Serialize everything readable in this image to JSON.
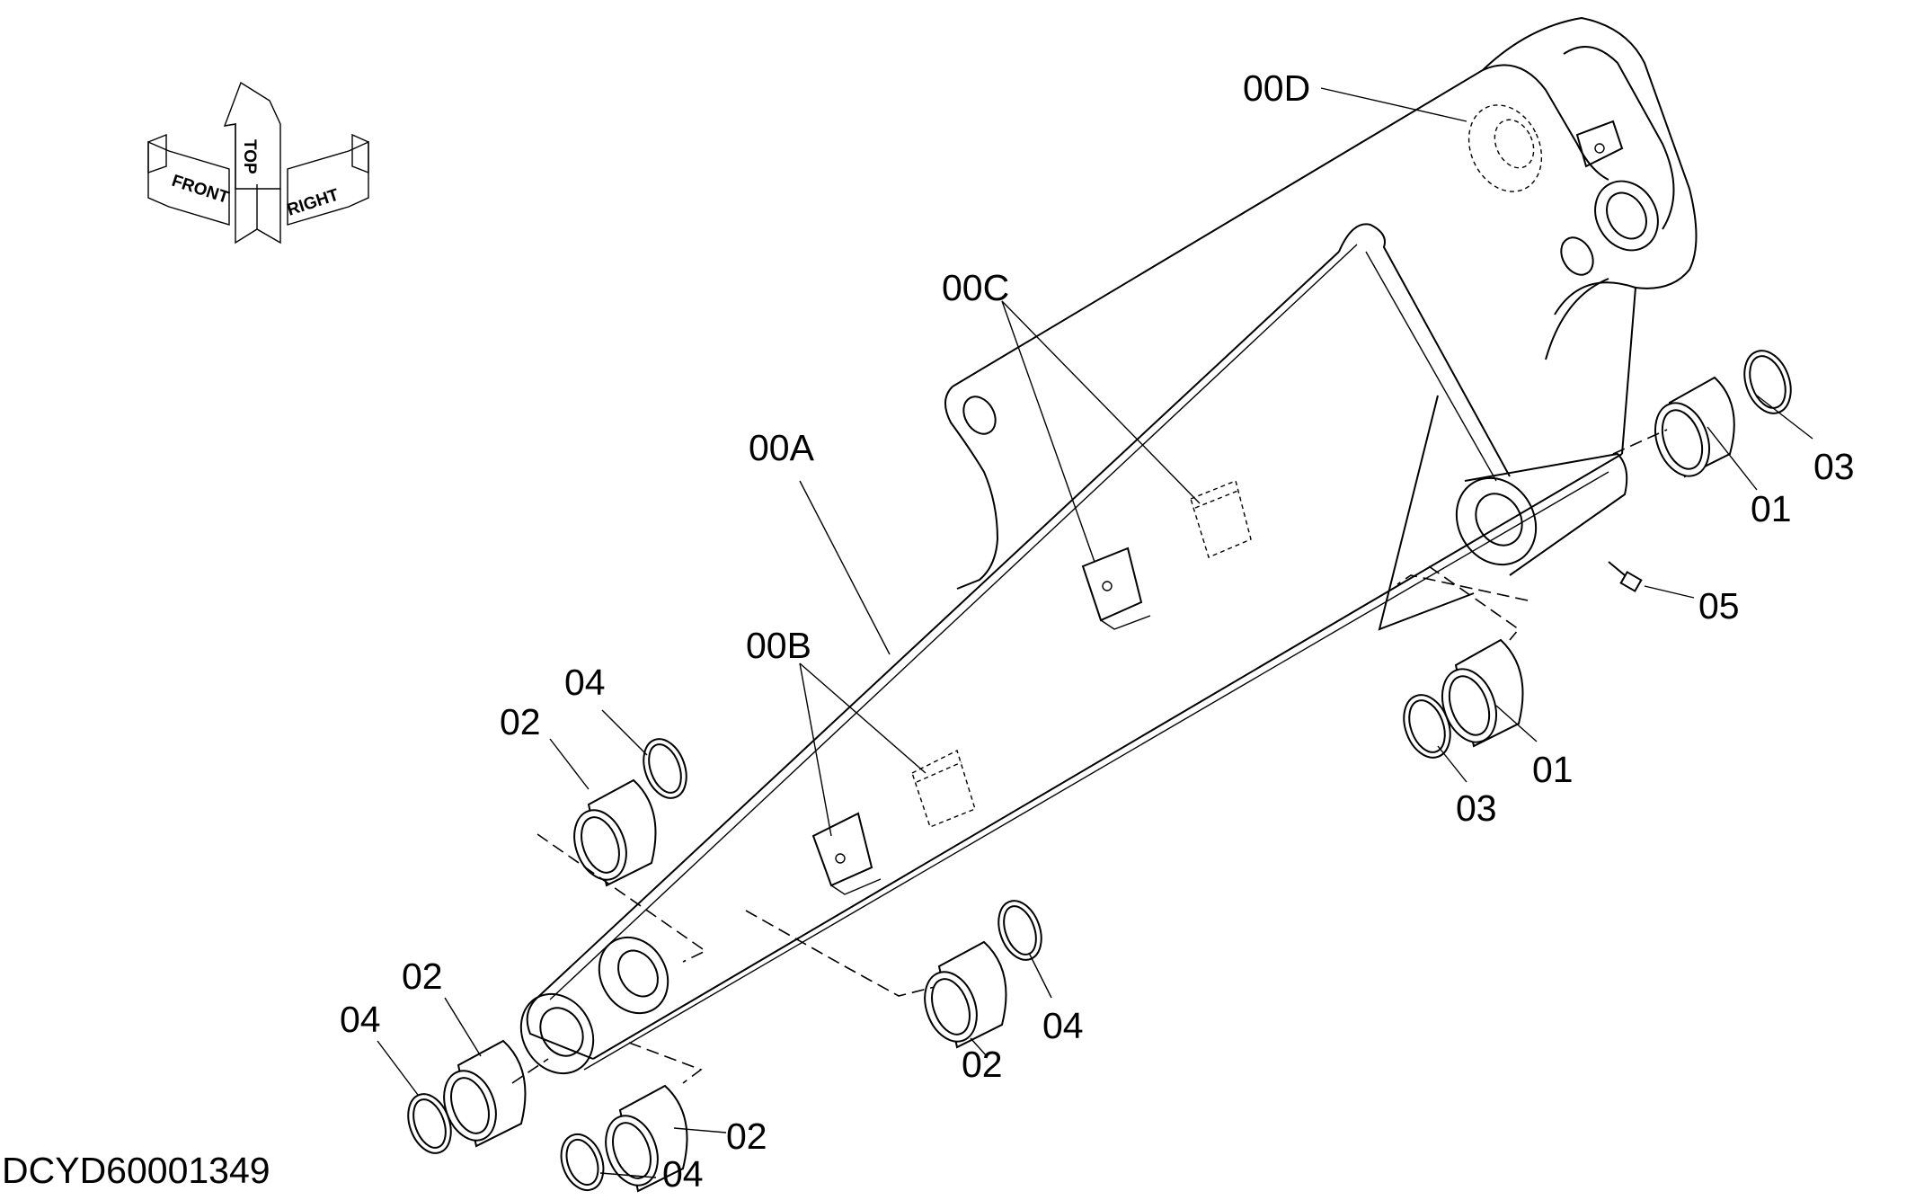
{
  "document_code": "DCYD60001349",
  "orientation_marker": {
    "front": "FRONT",
    "top": "TOP",
    "right": "RIGHT"
  },
  "callouts": {
    "assembly_a": "00A",
    "assembly_b": "00B",
    "assembly_c": "00C",
    "assembly_d": "00D",
    "part_01": "01",
    "part_02": "02",
    "part_03": "03",
    "part_04": "04",
    "part_05": "05"
  }
}
